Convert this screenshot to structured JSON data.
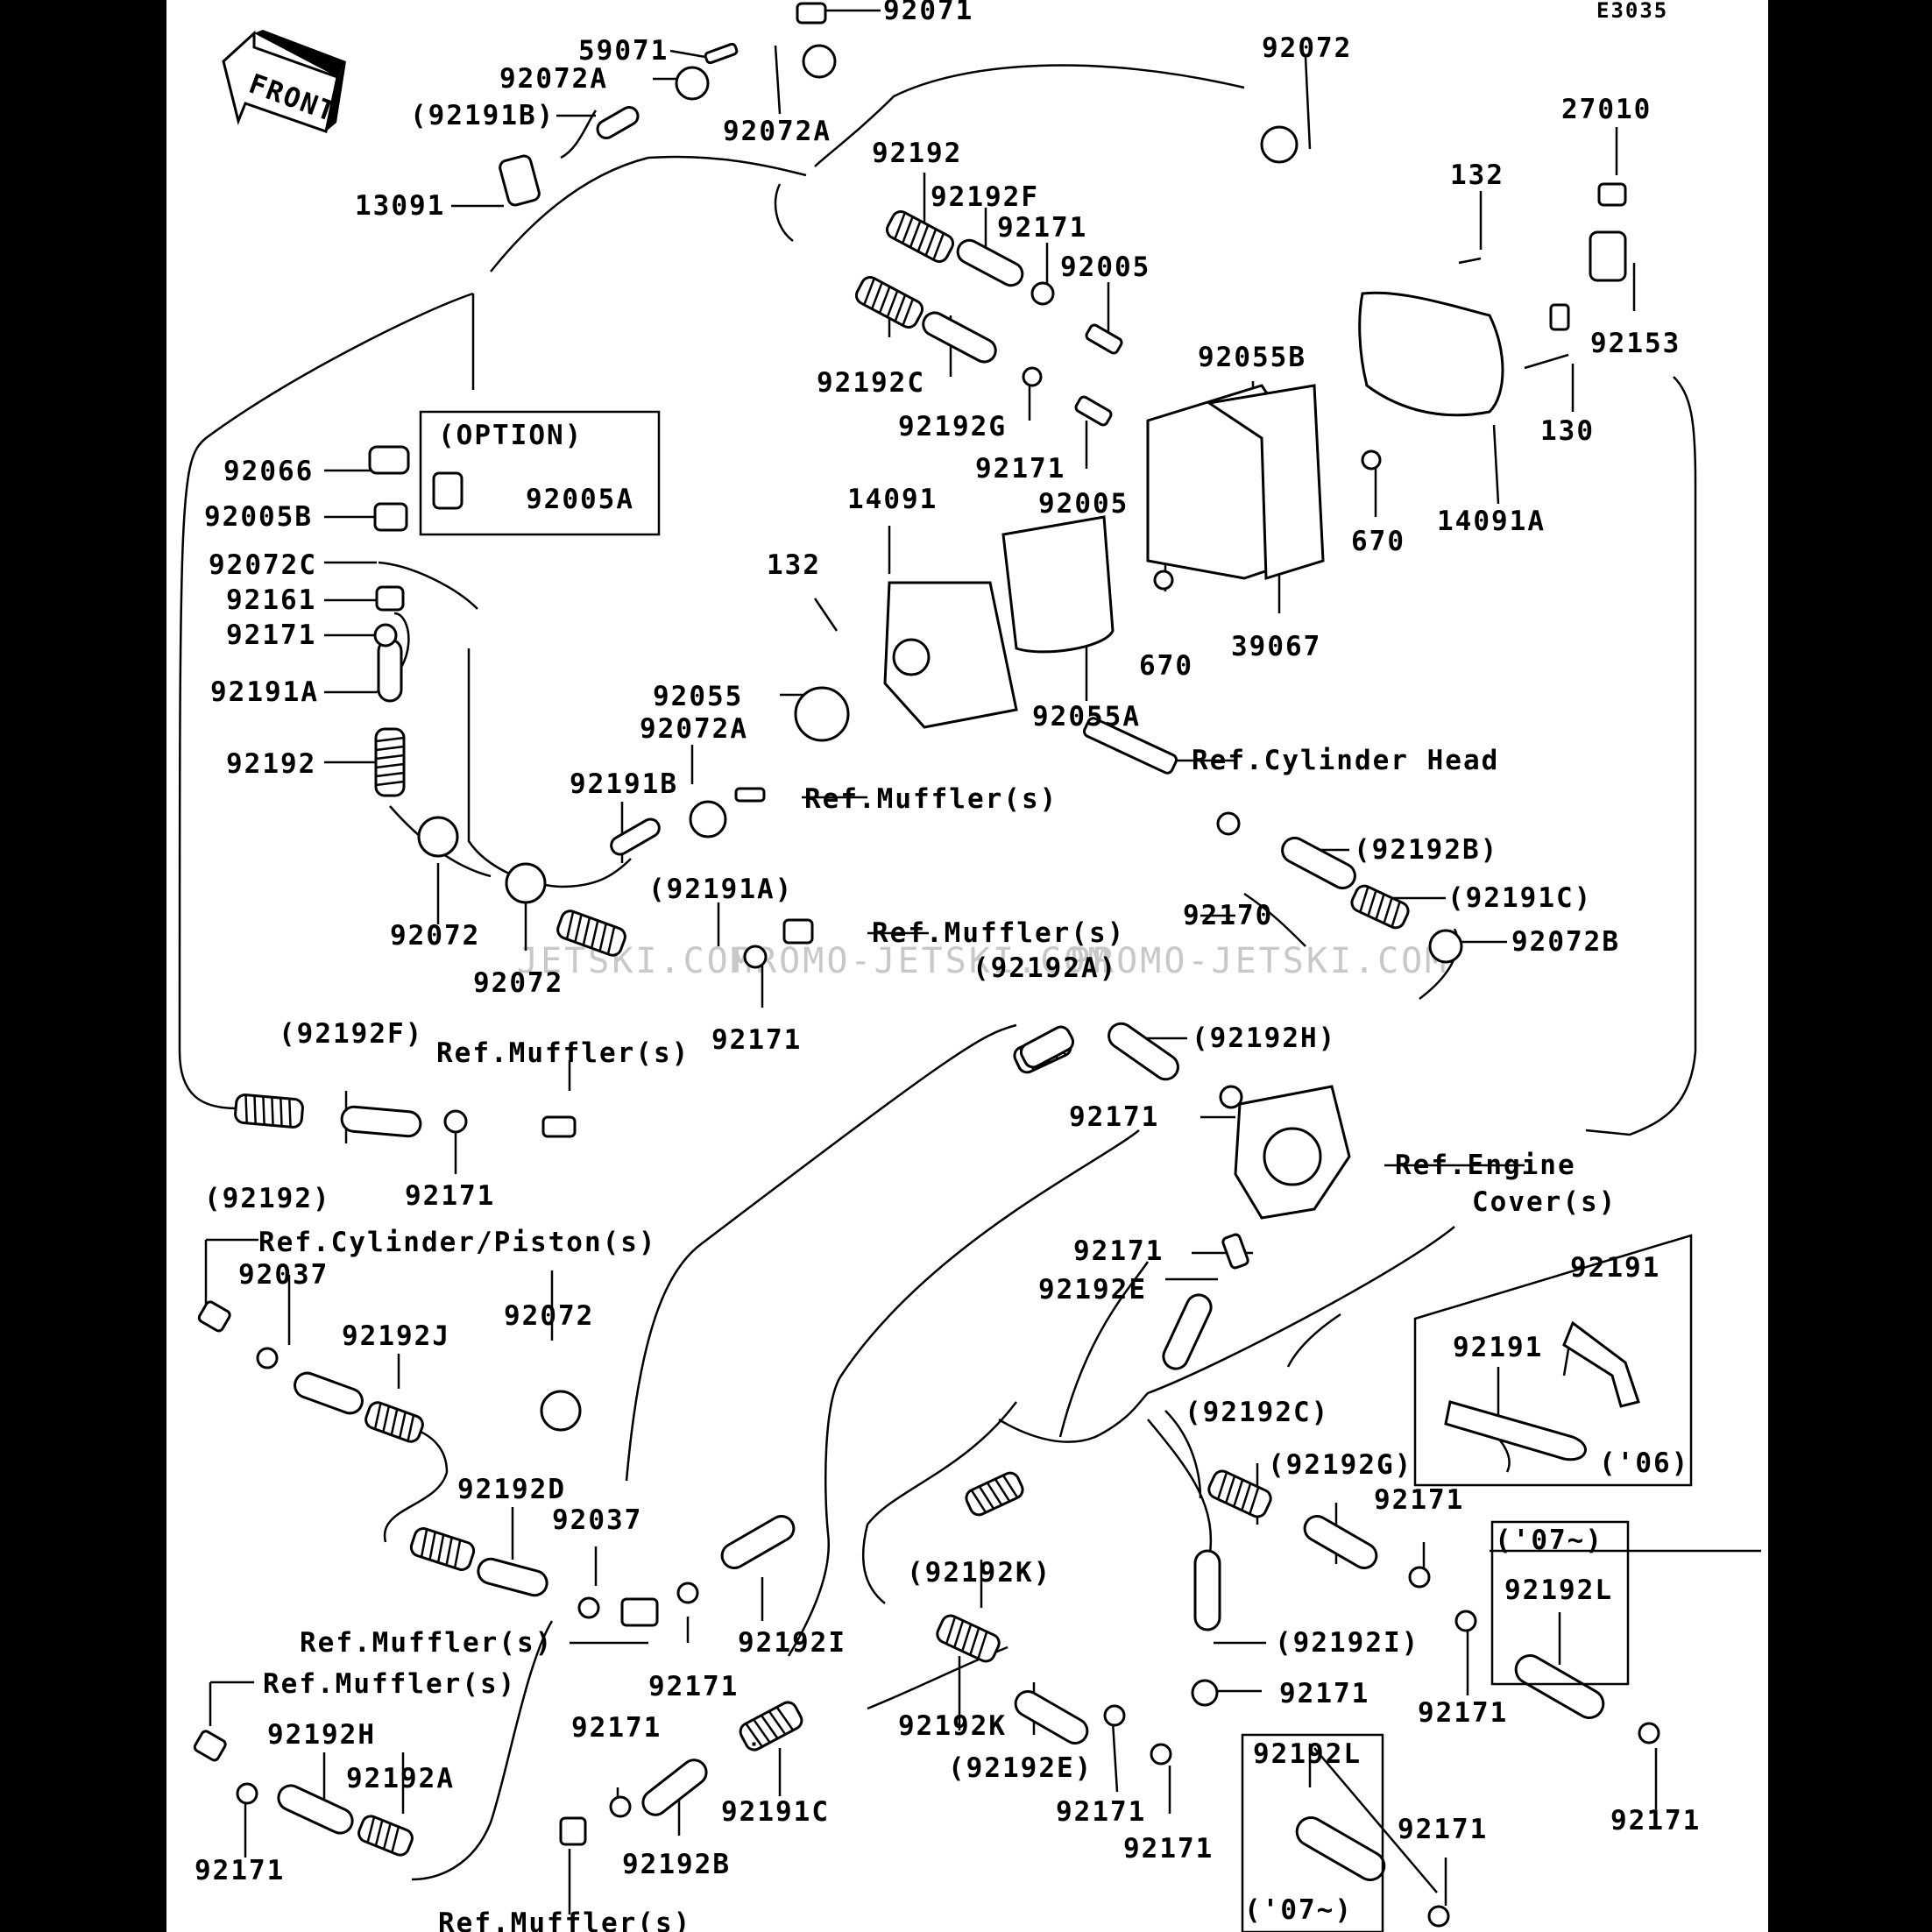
{
  "diagram": {
    "code": "E3035",
    "front_label": "FRONT",
    "watermarks": [
      "JETSKI.COM",
      "PROMO-JETSKI.COM",
      "PROMO-JETSKI.COM"
    ],
    "option_box": {
      "title": "(OPTION)",
      "part": "92005A"
    },
    "box_06": {
      "labels": [
        "92191",
        "92191"
      ],
      "year": "('06)"
    },
    "box_07_right": {
      "year": "('07~)",
      "part": "92192L"
    },
    "box_07_bottom": {
      "part": "92192L",
      "year": "('07~)"
    },
    "labels": {
      "l92071": "92071",
      "l59071": "59071",
      "l92072A_1": "92072A",
      "l92072A_2": "92072A",
      "l92191B_p": "(92191B)",
      "l13091": "13091",
      "l92192_top": "92192",
      "l92192F": "92192F",
      "l92171_a": "92171",
      "l92005_a": "92005",
      "l92192C": "92192C",
      "l92192G": "92192G",
      "l92171_b": "92171",
      "l92005_b": "92005",
      "l92072_top": "92072",
      "l27010": "27010",
      "l132_a": "132",
      "l92153": "92153",
      "l130": "130",
      "l92055B": "92055B",
      "l14091A": "14091A",
      "l670_a": "670",
      "l670_b": "670",
      "l39067": "39067",
      "l14091": "14091",
      "l132_b": "132",
      "l92055": "92055",
      "l92055A": "92055A",
      "l92072A_3": "92072A",
      "l92066": "92066",
      "l92005B": "92005B",
      "l92072C": "92072C",
      "l92161": "92161",
      "l92171_c": "92171",
      "l92191A": "92191A",
      "l92192_left": "92192",
      "l92191B": "92191B",
      "l92191A_p": "(92191A)",
      "l92072_b": "92072",
      "l92072_c": "92072",
      "l92171_d": "92171",
      "ref_cyl_head": "Ref.Cylinder Head",
      "ref_muffler_1": "Ref.Muffler(s)",
      "ref_muffler_2": "Ref.Muffler(s)",
      "ref_muffler_3": "Ref.Muffler(s)",
      "ref_muffler_4": "Ref.Muffler(s)",
      "ref_muffler_5": "Ref.Muffler(s)",
      "ref_muffler_6": "Ref.Muffler(s)",
      "l92192B_p": "(92192B)",
      "l92191C_p": "(92191C)",
      "l92170": "92170",
      "l92072B": "92072B",
      "l92192A_p": "(92192A)",
      "l92192H_p": "(92192H)",
      "l92171_e": "92171",
      "ref_engine_cover_1": "Ref.Engine",
      "ref_engine_cover_2": "Cover(s)",
      "l92192F_p": "(92192F)",
      "l92192_p": "(92192)",
      "l92171_f": "92171",
      "ref_cyl_piston": "Ref.Cylinder/Piston(s)",
      "l92037_a": "92037",
      "l92192J": "92192J",
      "l92072_d": "92072",
      "l92171_g": "92171",
      "l92192E": "92192E",
      "l92192D": "92192D",
      "l92037_b": "92037",
      "l92171_h": "92171",
      "l92192I": "92192I",
      "l92192K_p": "(92192K)",
      "l92192C_p": "(92192C)",
      "l92192G_p": "(92192G)",
      "l92171_i": "92171",
      "l92192I_p": "(92192I)",
      "l92171_j": "92171",
      "l92171_k": "92171",
      "l92171_l": "92171",
      "l92192H": "92192H",
      "l92192A": "92192A",
      "l92171_m": "92171",
      "l92171_n": "92171",
      "l92191C": "92191C",
      "l92192B": "92192B",
      "l92192K": "92192K",
      "l92192E_p": "(92192E)",
      "l92171_o": "92171",
      "l92171_p": "92171",
      "l92171_q": "92171"
    }
  }
}
